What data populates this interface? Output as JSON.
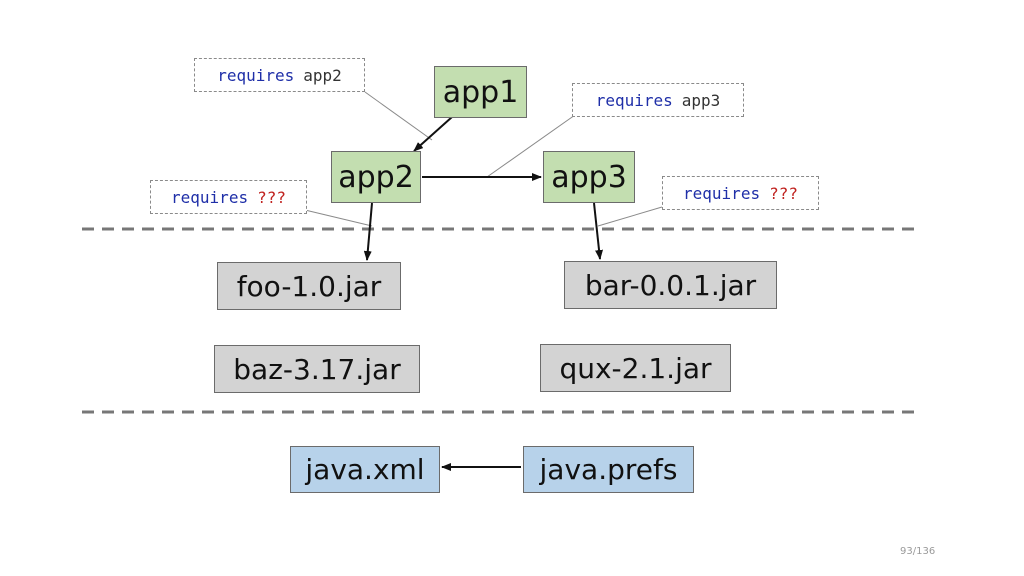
{
  "modules": {
    "app1": "app1",
    "app2": "app2",
    "app3": "app3",
    "foo": "foo-1.0.jar",
    "bar": "bar-0.0.1.jar",
    "baz": "baz-3.17.jar",
    "qux": "qux-2.1.jar",
    "java_xml": "java.xml",
    "java_prefs": "java.prefs"
  },
  "notes": {
    "app1_requires": {
      "keyword": "requires",
      "target": "app2"
    },
    "app2_requires": {
      "keyword": "requires",
      "target": "???"
    },
    "app3_requires": {
      "keyword": "requires",
      "target": "???"
    },
    "app2_requires_app3": {
      "keyword": "requires",
      "target": "app3"
    }
  },
  "colors": {
    "app_module": "#c3deb0",
    "jar": "#d3d3d3",
    "jdk_module": "#b7d2ea",
    "keyword": "#1f2fa8",
    "unknown": "#c0221f"
  },
  "page_number": "93/136"
}
